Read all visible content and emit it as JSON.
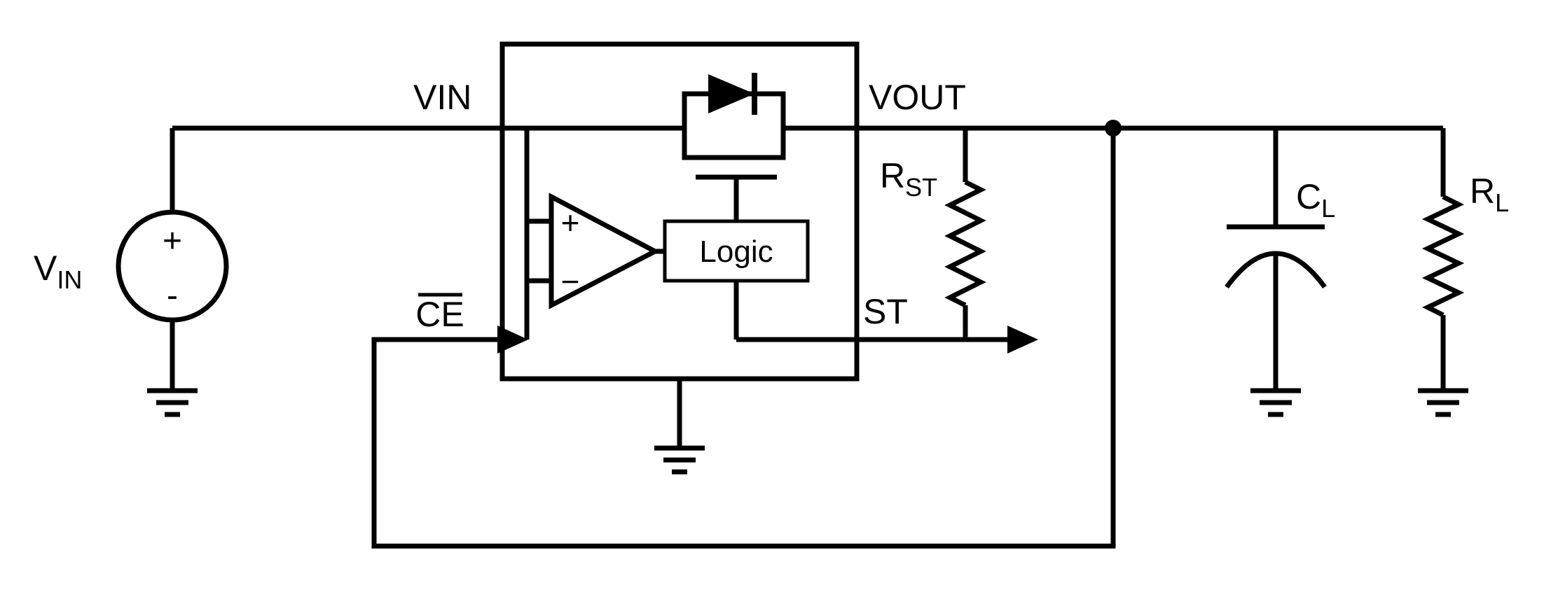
{
  "colors": {
    "stroke": "#000000",
    "background": "#ffffff"
  },
  "ic": {
    "pin_vin": "VIN",
    "pin_vout": "VOUT",
    "pin_ce": "CE",
    "pin_st": "ST",
    "logic": "Logic",
    "comparator_plus": "+",
    "comparator_minus": "−"
  },
  "source": {
    "label": "V",
    "label_sub": "IN",
    "plus": "+",
    "minus": "-"
  },
  "rst": {
    "label": "R",
    "sub": "ST"
  },
  "cl": {
    "label": "C",
    "sub": "L"
  },
  "rl": {
    "label": "R",
    "sub": "L"
  }
}
